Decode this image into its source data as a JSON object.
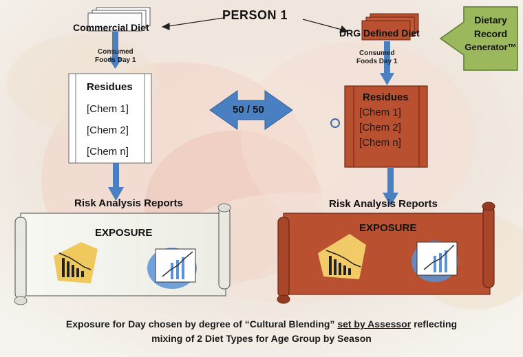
{
  "person_label": "PERSON 1",
  "left_diet": {
    "title": "Commercial Diet",
    "consumed_line1": "Consumed",
    "consumed_line2": "Foods Day 1",
    "residues_title": "Residues",
    "chems": [
      "[Chem 1]",
      "[Chem 2]",
      "[Chem n]"
    ],
    "report_title": "Risk Analysis Reports",
    "exposure_label": "EXPOSURE"
  },
  "right_diet": {
    "title": "DRG Defined Diet",
    "consumed_line1": "Consumed",
    "consumed_line2": "Foods Day 1",
    "residues_title": "Residues",
    "chems": [
      "[Chem 1]",
      "[Chem 2]",
      "[Chem n]"
    ],
    "report_title": "Risk Analysis Reports",
    "exposure_label": "EXPOSURE"
  },
  "generator": {
    "line1": "Dietary",
    "line2": "Record",
    "line3": "Generator™"
  },
  "blend_ratio": "50 / 50",
  "footer": {
    "part1": "Exposure for Day chosen by degree of “Cultural Blending” ",
    "underlined": "set by Assessor",
    "part2": " reflecting",
    "line2": "mixing of 2 Diet Types for Age Group by Season"
  },
  "colors": {
    "brown": "#b9502f",
    "brown_dark": "#7a2a18",
    "scroll_light": "#f4f4ef",
    "blue_arrow": "#4a7fc1",
    "green_box": "#9cb85c"
  }
}
